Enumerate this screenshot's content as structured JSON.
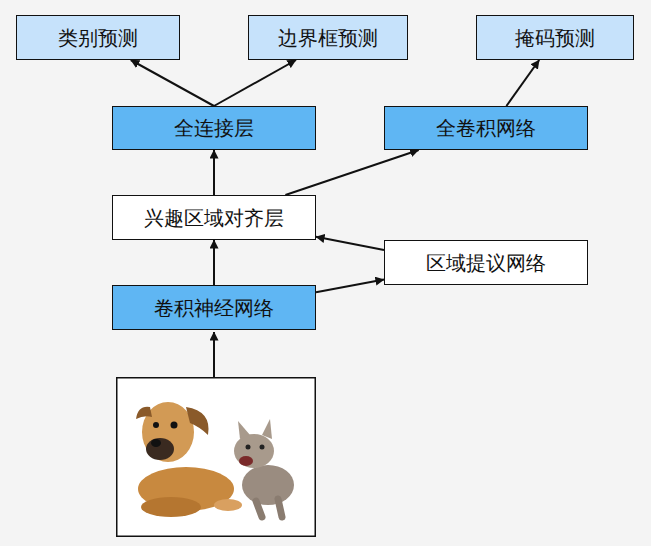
{
  "diagram": {
    "nodes": [
      {
        "text": [
          "类别预测"
        ]
      },
      {
        "text": [
          "边界框预测"
        ]
      },
      {
        "text": [
          "掩码预测"
        ]
      },
      {
        "text": [
          "全连接层"
        ]
      },
      {
        "text": [
          "全卷积网络"
        ]
      },
      {
        "text": [
          "兴趣区域对齐层"
        ]
      },
      {
        "text": [
          "区域提议网络"
        ]
      },
      {
        "text": [
          "卷积神经网络"
        ]
      }
    ],
    "edges": [
      {
        "from": 3,
        "to": 0,
        "arrow": "to"
      },
      {
        "from": 3,
        "to": 1,
        "arrow": "to"
      },
      {
        "from": 4,
        "to": 2,
        "arrow": "to"
      },
      {
        "from": 5,
        "to": 3,
        "arrow": "to"
      },
      {
        "from": 5,
        "to": 4,
        "arrow": "to"
      },
      {
        "from": 6,
        "to": 5,
        "arrow": "to"
      },
      {
        "from": 7,
        "to": 5,
        "arrow": "to"
      },
      {
        "from": 7,
        "to": 6,
        "arrow": "to"
      }
    ]
  }
}
